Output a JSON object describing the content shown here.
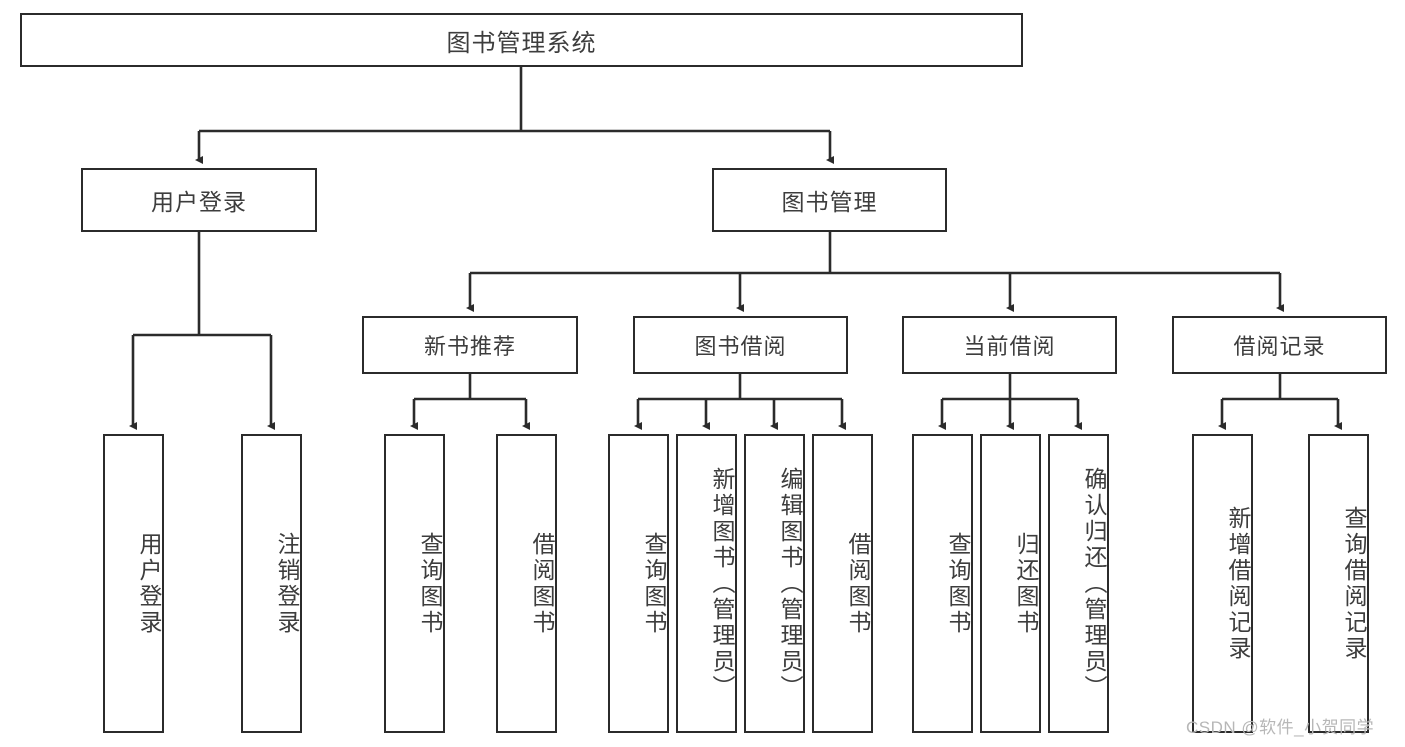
{
  "diagram": {
    "title": "图书管理系统",
    "type": "tree",
    "root": {
      "label": "图书管理系统",
      "level": 0
    },
    "level1": [
      {
        "label": "用户登录"
      },
      {
        "label": "图书管理"
      }
    ],
    "level2": [
      {
        "label": "新书推荐"
      },
      {
        "label": "图书借阅"
      },
      {
        "label": "当前借阅"
      },
      {
        "label": "借阅记录"
      }
    ],
    "leaves": {
      "user_login": [
        {
          "label": "用户登录"
        },
        {
          "label": "注销登录"
        }
      ],
      "new_book_recommend": [
        {
          "label": "查询图书"
        },
        {
          "label": "借阅图书"
        }
      ],
      "book_borrow": [
        {
          "label": "查询图书"
        },
        {
          "label": "新增图书（管理员）"
        },
        {
          "label": "编辑图书（管理员）"
        },
        {
          "label": "借阅图书"
        }
      ],
      "current_borrow": [
        {
          "label": "查询图书"
        },
        {
          "label": "归还图书"
        },
        {
          "label": "确认归还（管理员）"
        }
      ],
      "borrow_record": [
        {
          "label": "新增借阅记录"
        },
        {
          "label": "查询借阅记录"
        }
      ]
    }
  },
  "watermark": {
    "text": "CSDN @软件_小贺同学"
  },
  "colors": {
    "border": "#2b2b2b",
    "text": "#3d3d3d",
    "background": "#ffffff",
    "watermark": "#b7b7b7"
  }
}
